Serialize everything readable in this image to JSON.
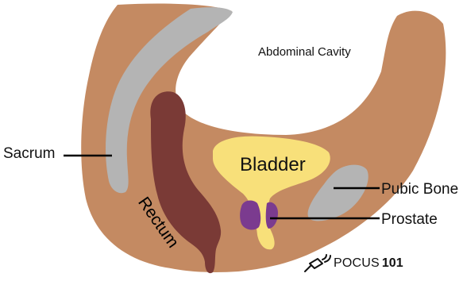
{
  "labels": {
    "sacrum": "Sacrum",
    "abdominal_cavity": "Abdominal Cavity",
    "bladder": "Bladder",
    "rectum": "Rectum",
    "pubic_bone": "Pubic Bone",
    "prostate": "Prostate"
  },
  "logo": {
    "text": "POCUS",
    "number": "101"
  },
  "colors": {
    "tissue": "#C48A62",
    "bone": "#B4B4B4",
    "rectum": "#7A3A36",
    "bladder": "#F8E07A",
    "prostate": "#7B3B8F",
    "background": "#FFFFFF"
  }
}
